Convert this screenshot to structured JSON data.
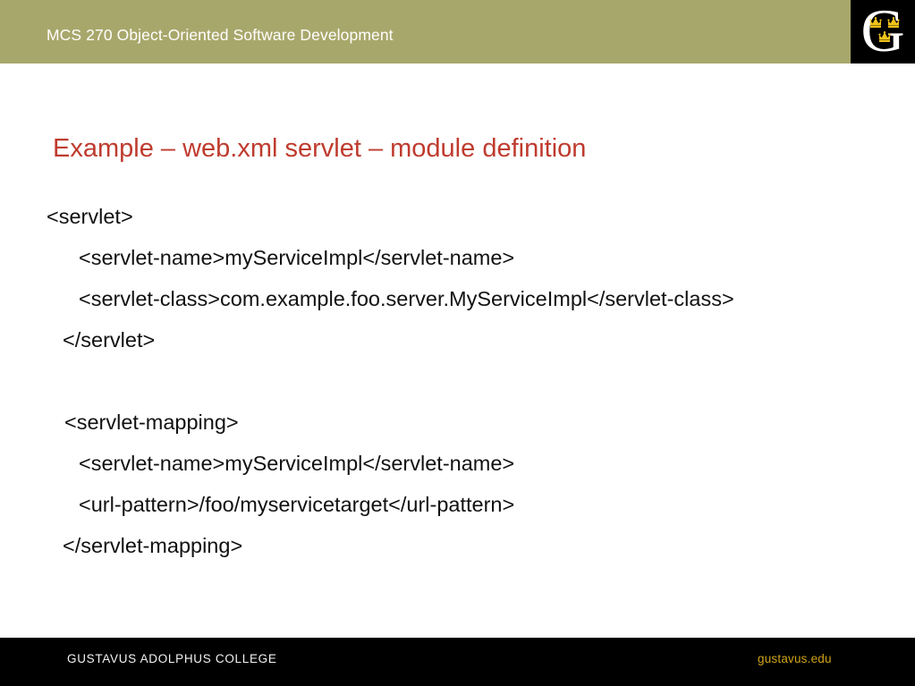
{
  "slide": {
    "header": {
      "course_title": "MCS 270 Object-Oriented Software Development",
      "band_color": "#a8a76b",
      "text_color": "#ffffff"
    },
    "logo": {
      "letter": "G",
      "name": "gustavus-g-crown-logo",
      "background_color": "#000000",
      "letter_color": "#ffffff",
      "crown_color": "#f0c419",
      "crown_count": 3
    },
    "title": {
      "text": "Example – web.xml servlet – module definition",
      "color": "#bf3b2e"
    },
    "code": {
      "lines": [
        {
          "text": "<servlet>",
          "indent": 0
        },
        {
          "text": "<servlet-name>myServiceImpl</servlet-name>",
          "indent": 1
        },
        {
          "text": "<servlet-class>com.example.foo.server.MyServiceImpl</servlet-class>",
          "indent": 1
        },
        {
          "text": "</servlet>",
          "indent": 2
        },
        {
          "text": "",
          "indent": 0
        },
        {
          "text": "<servlet-mapping>",
          "indent": 3
        },
        {
          "text": "<servlet-name>myServiceImpl</servlet-name>",
          "indent": 1
        },
        {
          "text": "<url-pattern>/foo/myservicetarget</url-pattern>",
          "indent": 1
        },
        {
          "text": "</servlet-mapping>",
          "indent": 2
        }
      ],
      "text_color": "#111111"
    },
    "footer": {
      "institution": "GUSTAVUS ADOLPHUS COLLEGE",
      "website": "gustavus.edu",
      "band_color": "#000000",
      "institution_color": "#f2f2f2",
      "website_color": "#d1a318"
    }
  }
}
